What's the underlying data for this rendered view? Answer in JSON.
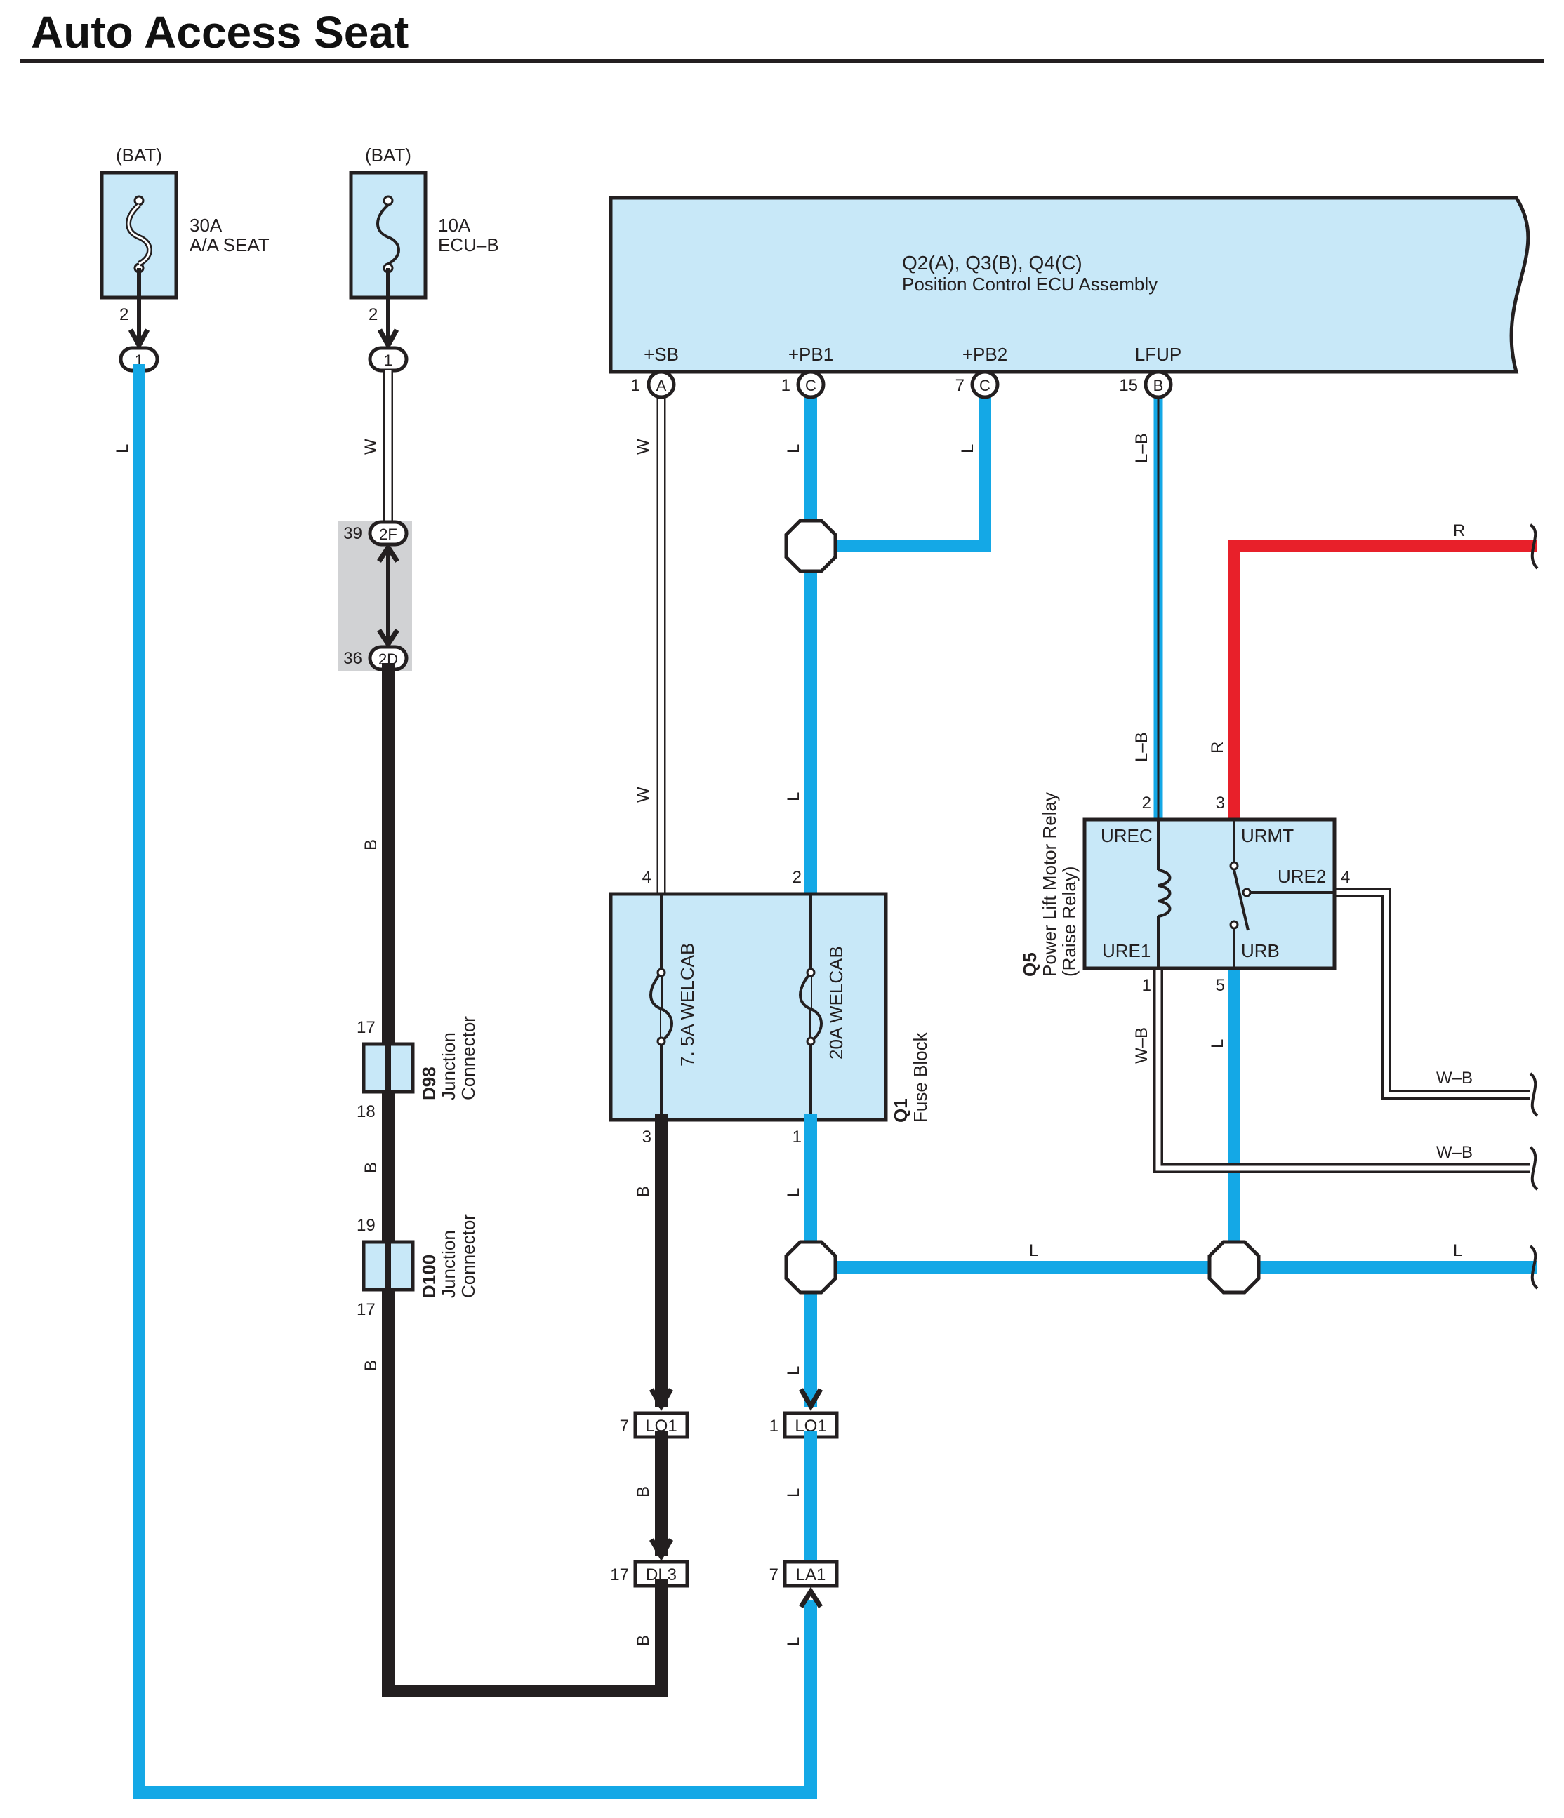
{
  "title": "Auto Access Seat",
  "colors": {
    "L": "#14a8e6",
    "B": "#231f20",
    "R": "#e8202a",
    "W": "#ffffff",
    "box": "#c8e8f8",
    "junction": "#d1d2d4"
  },
  "fuses": {
    "aa_seat": {
      "source": "(BAT)",
      "rating": "30A",
      "name": "A/A SEAT",
      "pin": "2",
      "connector": "1"
    },
    "ecu_b": {
      "source": "(BAT)",
      "rating": "10A",
      "name": "ECU–B",
      "pin": "2",
      "connector": "1"
    }
  },
  "ecu": {
    "refs": "Q2(A), Q3(B), Q4(C)",
    "name": "Position Control ECU Assembly",
    "terminals": [
      {
        "label": "+SB",
        "pin": "1",
        "conn": "A"
      },
      {
        "label": "+PB1",
        "pin": "1",
        "conn": "C"
      },
      {
        "label": "+PB2",
        "pin": "7",
        "conn": "C"
      },
      {
        "label": "LFUP",
        "pin": "15",
        "conn": "B"
      }
    ]
  },
  "junction_block": {
    "top": {
      "pin": "39",
      "conn": "2F"
    },
    "bottom": {
      "pin": "36",
      "conn": "2D"
    }
  },
  "d98": {
    "ref": "D98",
    "name": "Junction",
    "name2": "Connector",
    "pin_top": "17",
    "pin_bottom": "18"
  },
  "d100": {
    "ref": "D100",
    "name": "Junction",
    "name2": "Connector",
    "pin_top": "19",
    "pin_bottom": "17"
  },
  "fuse_block": {
    "ref": "Q1",
    "name": "Fuse Block",
    "fuse1": "7. 5A WELCAB",
    "fuse2": "20A WELCAB",
    "pin_in1": "4",
    "pin_in2": "2",
    "pin_out1": "3",
    "pin_out2": "1"
  },
  "relay": {
    "ref": "Q5",
    "name": "Power Lift Motor Relay",
    "name2": "(Raise Relay)",
    "urec": "UREC",
    "urmt": "URMT",
    "ure2": "URE2",
    "ure1": "URE1",
    "urb": "URB",
    "pin_urec": "2",
    "pin_urmt": "3",
    "pin_ure2": "4",
    "pin_ure1": "1",
    "pin_urb": "5"
  },
  "connectors": {
    "lq1_b": {
      "pin": "7",
      "name": "LQ1"
    },
    "lq1_l": {
      "pin": "1",
      "name": "LQ1"
    },
    "dl3": {
      "pin": "17",
      "name": "DL3"
    },
    "la1": {
      "pin": "7",
      "name": "LA1"
    }
  },
  "wire_labels": {
    "l": "L",
    "w": "W",
    "b": "B",
    "r": "R",
    "lb": "L–B",
    "wb": "W–B"
  }
}
